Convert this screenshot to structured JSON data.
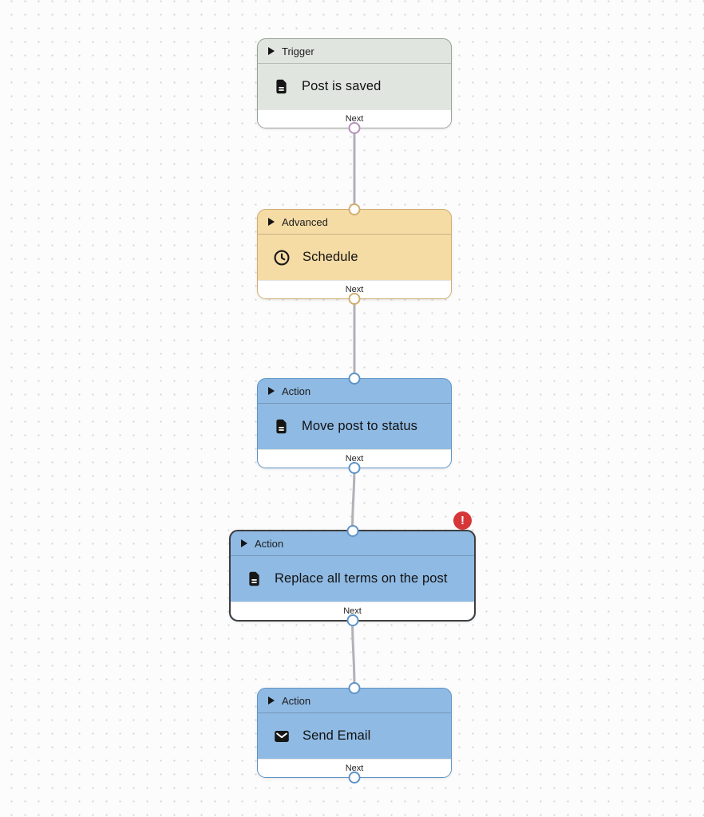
{
  "canvas": {
    "background_color": "#fcfcfc",
    "dot_color": "#d5d5d5",
    "edge_color": "#b1b1b7"
  },
  "nodes": [
    {
      "id": "trigger-post-is-saved",
      "category": "Trigger",
      "title": "Post is saved",
      "icon": "document-icon",
      "footer_label": "Next",
      "fill_color": "#e0e6df",
      "border_color": "#97a296",
      "handle_color": "#b78fba",
      "selected": false,
      "has_error": false
    },
    {
      "id": "advanced-schedule",
      "category": "Advanced",
      "title": "Schedule",
      "icon": "clock-icon",
      "footer_label": "Next",
      "fill_color": "#f5dba4",
      "border_color": "#d2ad70",
      "handle_color": "#d2ad70",
      "selected": false,
      "has_error": false
    },
    {
      "id": "action-move-post-to-status",
      "category": "Action",
      "title": "Move post to status",
      "icon": "document-icon",
      "footer_label": "Next",
      "fill_color": "#8fbae3",
      "border_color": "#5d93c8",
      "handle_color": "#5d93c8",
      "selected": false,
      "has_error": false
    },
    {
      "id": "action-replace-all-terms-on-the-post",
      "category": "Action",
      "title": "Replace all terms on the post",
      "icon": "document-icon",
      "footer_label": "Next",
      "fill_color": "#8fbae3",
      "border_color": "#3e3e3e",
      "handle_color": "#5d93c8",
      "selected": true,
      "has_error": true
    },
    {
      "id": "action-send-email",
      "category": "Action",
      "title": "Send Email",
      "icon": "mail-icon",
      "footer_label": "Next",
      "fill_color": "#8fbae3",
      "border_color": "#5d93c8",
      "handle_color": "#5d93c8",
      "selected": false,
      "has_error": false
    }
  ],
  "error_badge": {
    "symbol": "!",
    "color": "#d63638"
  }
}
